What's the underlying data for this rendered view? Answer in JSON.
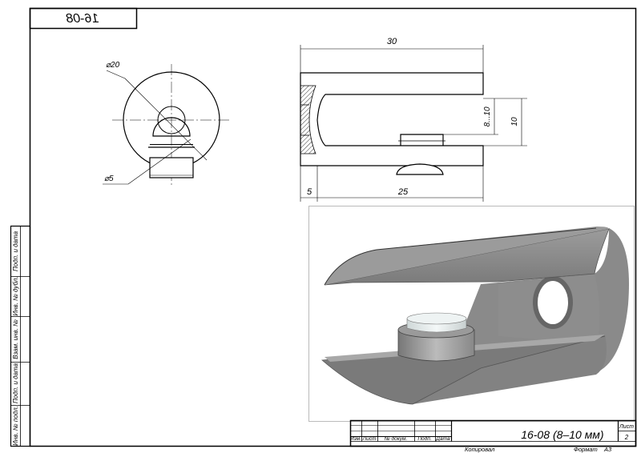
{
  "header": {
    "designation_mirrored": "16-08"
  },
  "front_view": {
    "dim_outer": "⌀20",
    "dim_hole": "⌀5"
  },
  "side_view": {
    "dim_total": "30",
    "dim_slot": "8...10",
    "dim_height": "10",
    "dim_left": "5",
    "dim_depth": "25"
  },
  "side_strip": {
    "labels": [
      "Инв. № подл.",
      "Подп. и дата",
      "Взам. инв. №",
      "Инв. № дубл.",
      "Подп. и дата"
    ]
  },
  "title_block": {
    "designation": "16-08",
    "title": "(8–10 мм)",
    "sheet_label": "Лист",
    "sheet_number": "2",
    "columns": [
      "Изм.",
      "Лист",
      "№ докум.",
      "Подп.",
      "Дата"
    ],
    "copied_label": "Копировал",
    "format_label": "Формат",
    "format_value": "A3"
  },
  "colors": {
    "line": "#000000",
    "hatch": "#000000",
    "render_bg": "#ffffff",
    "body_gray": "#888888"
  }
}
